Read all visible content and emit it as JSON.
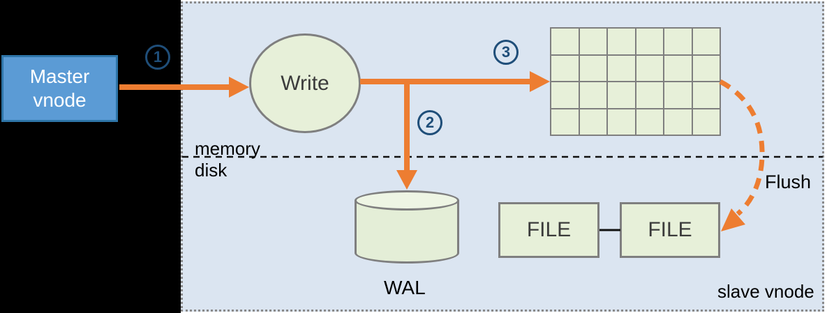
{
  "diagram": {
    "title_hint": "slave vnode write flow",
    "colors": {
      "arrow_orange": "#ED7D31",
      "container_fill": "#DBE5F1",
      "container_border": "#8A8A8A",
      "node_fill": "#E7F0D9",
      "node_border": "#7F7F7F",
      "master_fill": "#5B9BD5",
      "master_border": "#2E75A8",
      "step_badge": "#1F4E79",
      "left_panel": "#000000",
      "divider_line": "#111111"
    },
    "master_node": {
      "label": "Master\nvnode"
    },
    "write_node": {
      "label": "Write"
    },
    "steps": [
      {
        "number": "1"
      },
      {
        "number": "2"
      },
      {
        "number": "3"
      }
    ],
    "divider": {
      "above_label": "memory",
      "below_label": "disk"
    },
    "mem_table": {
      "rows": 4,
      "cols": 6
    },
    "wal": {
      "label": "WAL"
    },
    "files": [
      {
        "label": "FILE"
      },
      {
        "label": "FILE"
      }
    ],
    "flush": {
      "label": "Flush"
    },
    "slave_container": {
      "label": "slave vnode"
    }
  }
}
